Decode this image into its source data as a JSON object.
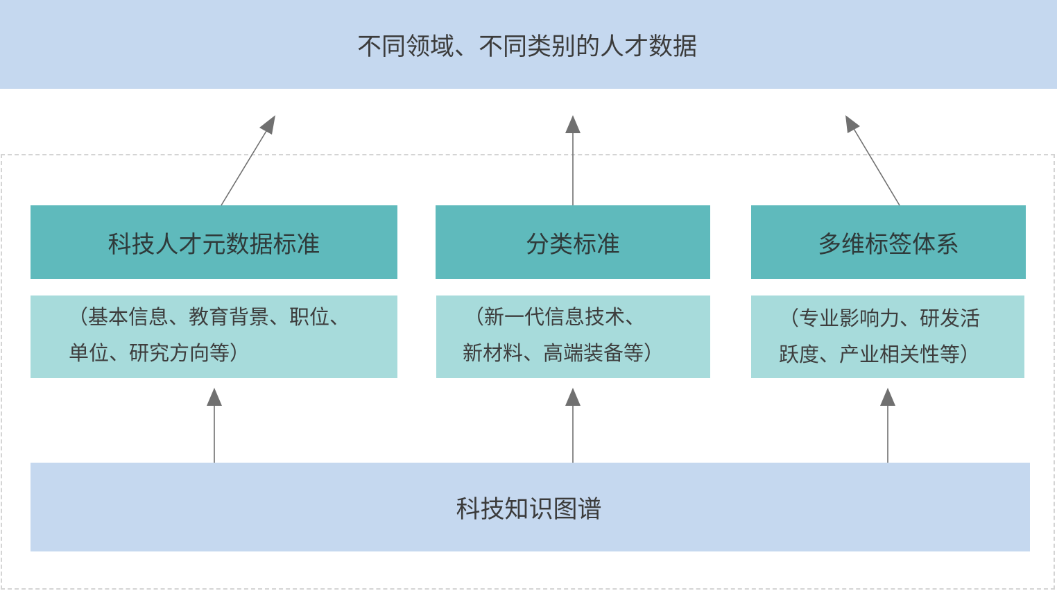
{
  "top": {
    "title": "不同领域、不同类别的人才数据"
  },
  "standards": [
    {
      "title": "科技人才元数据标准",
      "desc_line1": "（基本信息、教育背景、职位、",
      "desc_line2": "单位、研究方向等）"
    },
    {
      "title": "分类标准",
      "desc_line1": "（新一代信息技术、",
      "desc_line2": "新材料、高端装备等）"
    },
    {
      "title": "多维标签体系",
      "desc_line1": "（专业影响力、研发活",
      "desc_line2": "跃度、产业相关性等）"
    }
  ],
  "bottom": {
    "title": "科技知识图谱"
  },
  "colors": {
    "banner": "#c5d8ef",
    "standard_box": "#5fbabc",
    "desc_box": "#a7dbdb",
    "arrow": "#707070",
    "dashed_border": "#d4d4d4"
  }
}
